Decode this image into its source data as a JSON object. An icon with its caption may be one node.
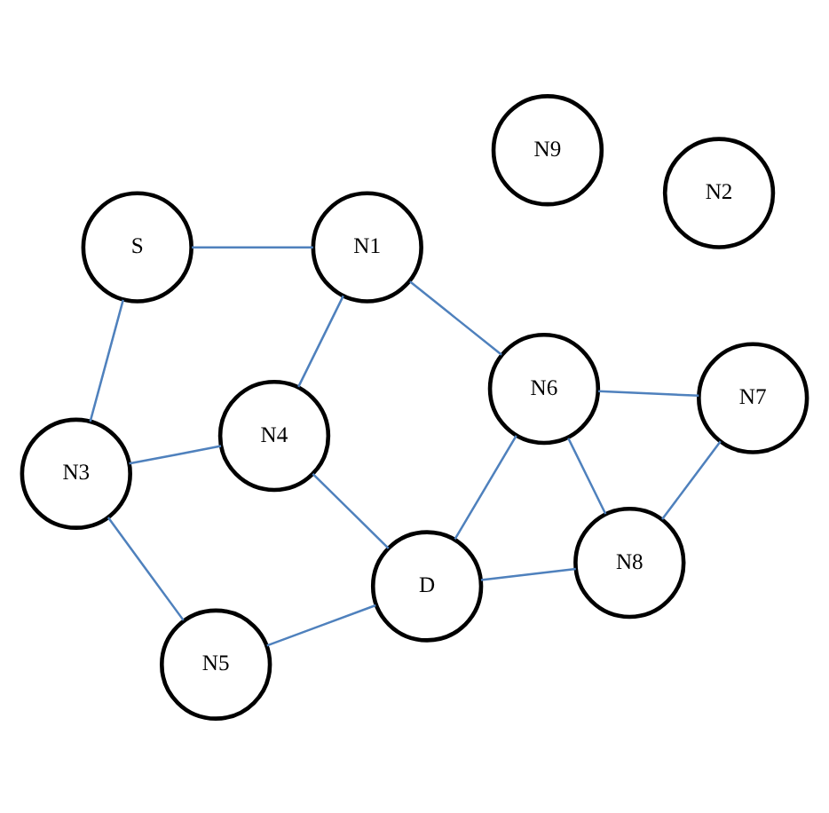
{
  "diagram": {
    "nodes": [
      {
        "text": [
          "S"
        ]
      },
      {
        "text": [
          "N2"
        ]
      },
      {
        "text": [
          "N1"
        ]
      },
      {
        "text": [
          "N3"
        ]
      },
      {
        "text": [
          "N6"
        ]
      },
      {
        "text": [
          "N7"
        ]
      },
      {
        "text": [
          "N4"
        ]
      },
      {
        "text": [
          "N8"
        ]
      },
      {
        "text": [
          "N5"
        ]
      },
      {
        "text": [
          "D"
        ]
      },
      {
        "text": [
          "N9"
        ]
      }
    ],
    "edges": [
      {
        "from": 0,
        "to": 2,
        "arrow": "none"
      },
      {
        "from": 0,
        "to": 3,
        "arrow": "none"
      },
      {
        "from": 2,
        "to": 6,
        "arrow": "none"
      },
      {
        "from": 2,
        "to": 4,
        "arrow": "none"
      },
      {
        "from": 3,
        "to": 6,
        "arrow": "none"
      },
      {
        "from": 3,
        "to": 8,
        "arrow": "none"
      },
      {
        "from": 6,
        "to": 9,
        "arrow": "none"
      },
      {
        "from": 4,
        "to": 5,
        "arrow": "none"
      },
      {
        "from": 4,
        "to": 7,
        "arrow": "none"
      },
      {
        "from": 4,
        "to": 9,
        "arrow": "none"
      },
      {
        "from": 5,
        "to": 7,
        "arrow": "none"
      },
      {
        "from": 7,
        "to": 9,
        "arrow": "none"
      },
      {
        "from": 8,
        "to": 9,
        "arrow": "none"
      }
    ]
  }
}
